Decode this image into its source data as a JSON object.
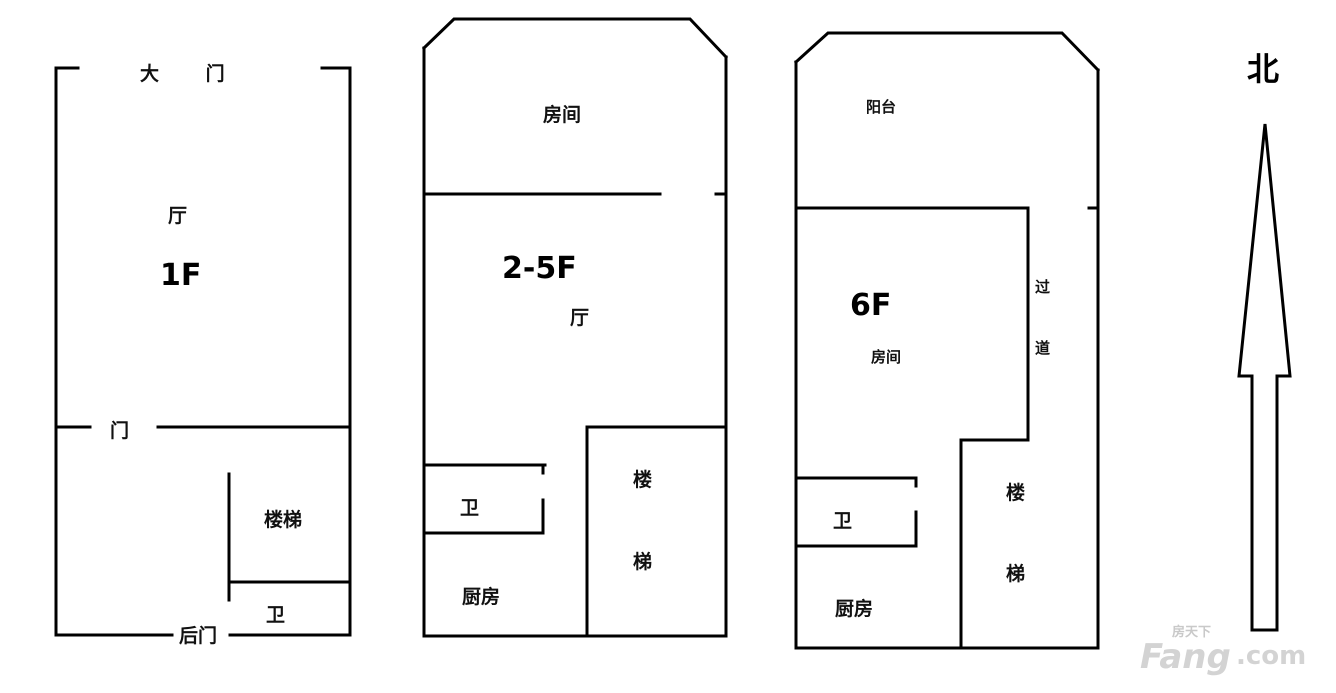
{
  "plan_1f": {
    "floor_label": "1F",
    "main_gate": "大 门",
    "hall": "厅",
    "door": "门",
    "stairs": "楼梯",
    "bathroom": "卫",
    "back_door": "后门"
  },
  "plan_2_5f": {
    "floor_label": "2-5F",
    "room": "房间",
    "hall": "厅",
    "stairs_top": "楼",
    "stairs_bottom": "梯",
    "bathroom": "卫",
    "kitchen": "厨房"
  },
  "plan_6f": {
    "floor_label": "6F",
    "balcony": "阳台",
    "room": "房间",
    "corridor_top": "过",
    "corridor_bottom": "道",
    "stairs_top": "楼",
    "stairs_bottom": "梯",
    "bathroom": "卫",
    "kitchen": "厨房"
  },
  "compass": {
    "north": "北"
  },
  "watermark": {
    "top": "房天下",
    "brand": "Fang",
    "suffix": ".com"
  }
}
